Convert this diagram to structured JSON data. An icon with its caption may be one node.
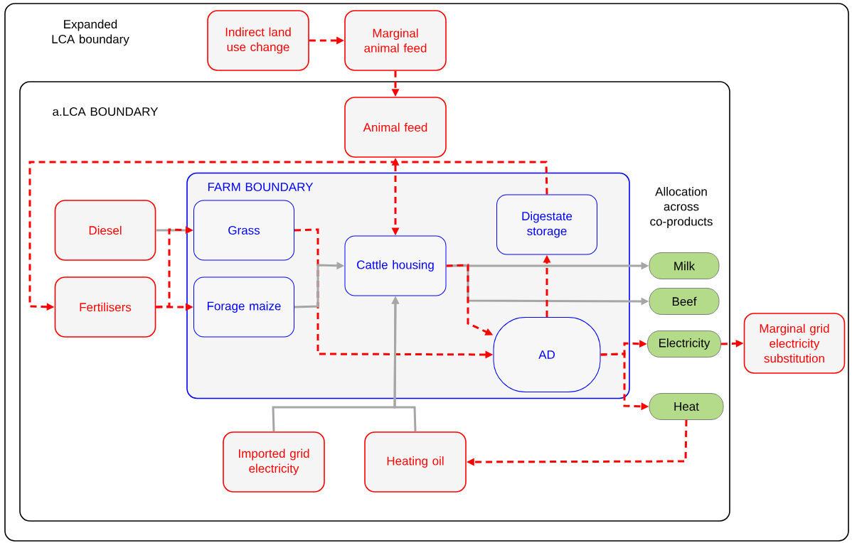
{
  "diagram": {
    "nodes": [
      {
        "text": [
          "Expanded LCA boundary"
        ]
      },
      {
        "text": [
          "Indirect land use change"
        ],
        "in": 0
      },
      {
        "text": [
          "Marginal animal feed"
        ],
        "in": 0
      },
      {
        "text": [
          "a.LCA BOUNDARY"
        ],
        "in": 0
      },
      {
        "text": [
          "Animal feed"
        ],
        "in": 3
      },
      {
        "text": [
          "Diesel"
        ],
        "in": 3
      },
      {
        "text": [
          "Fertilisers"
        ],
        "in": 3
      },
      {
        "text": [
          "FARM BOUNDARY"
        ],
        "in": 3
      },
      {
        "text": [
          "Grass"
        ],
        "in": 7
      },
      {
        "text": [
          "Forage maize"
        ],
        "in": 7
      },
      {
        "text": [
          "Cattle housing"
        ],
        "in": 7
      },
      {
        "text": [
          "Digestate storage"
        ],
        "in": 7
      },
      {
        "text": [
          "AD"
        ],
        "in": 7
      },
      {
        "text": [
          "Milk"
        ],
        "in": 3
      },
      {
        "text": [
          "Beef"
        ],
        "in": 3
      },
      {
        "text": [
          "Electricity"
        ],
        "in": 3
      },
      {
        "text": [
          "Heat"
        ],
        "in": 3
      },
      {
        "text": [
          "Imported grid electricity"
        ],
        "in": 3
      },
      {
        "text": [
          "Heating oil"
        ],
        "in": 3
      },
      {
        "text": [
          "Marginal grid electricity substitution"
        ],
        "in": 0
      }
    ],
    "edges": [
      {
        "from": 1,
        "to": 2,
        "arrow": "to",
        "style": "dashed"
      },
      {
        "from": 2,
        "to": 4,
        "arrow": "to",
        "style": "dashed"
      },
      {
        "from": 4,
        "to": 10,
        "arrow": "both",
        "style": "dashed"
      },
      {
        "from": 11,
        "to": 6,
        "arrow": "to",
        "style": "dashed"
      },
      {
        "from": 5,
        "to": 8,
        "arrow": "to",
        "color": "#a6a6a6"
      },
      {
        "from": 6,
        "to": 9,
        "arrow": "to",
        "style": "dashed"
      },
      {
        "from": 6,
        "to": 8,
        "arrow": "to",
        "style": "dashed"
      },
      {
        "from": 8,
        "to": 12,
        "arrow": "to",
        "style": "dashed"
      },
      {
        "from": 9,
        "to": 10,
        "arrow": "to",
        "color": "#a6a6a6"
      },
      {
        "from": 10,
        "to": 13,
        "arrow": "to",
        "color": "#a6a6a6"
      },
      {
        "from": 10,
        "to": 14,
        "arrow": "to",
        "color": "#a6a6a6"
      },
      {
        "from": 10,
        "to": 12,
        "arrow": "to",
        "style": "dashed"
      },
      {
        "from": 12,
        "to": 11,
        "arrow": "to",
        "style": "dashed"
      },
      {
        "from": 12,
        "to": 15,
        "arrow": "to",
        "style": "dashed"
      },
      {
        "from": 12,
        "to": 16,
        "arrow": "to",
        "style": "dashed"
      },
      {
        "from": 15,
        "to": 19,
        "arrow": "to",
        "style": "dashed"
      },
      {
        "from": 16,
        "to": 18,
        "arrow": "to",
        "style": "dashed"
      },
      {
        "from": 17,
        "to": 10,
        "arrow": "to",
        "color": "#a6a6a6"
      },
      {
        "from": 18,
        "to": 10,
        "arrow": "to",
        "color": "#a6a6a6"
      }
    ],
    "labels": [
      "Allocation across co-products"
    ]
  }
}
